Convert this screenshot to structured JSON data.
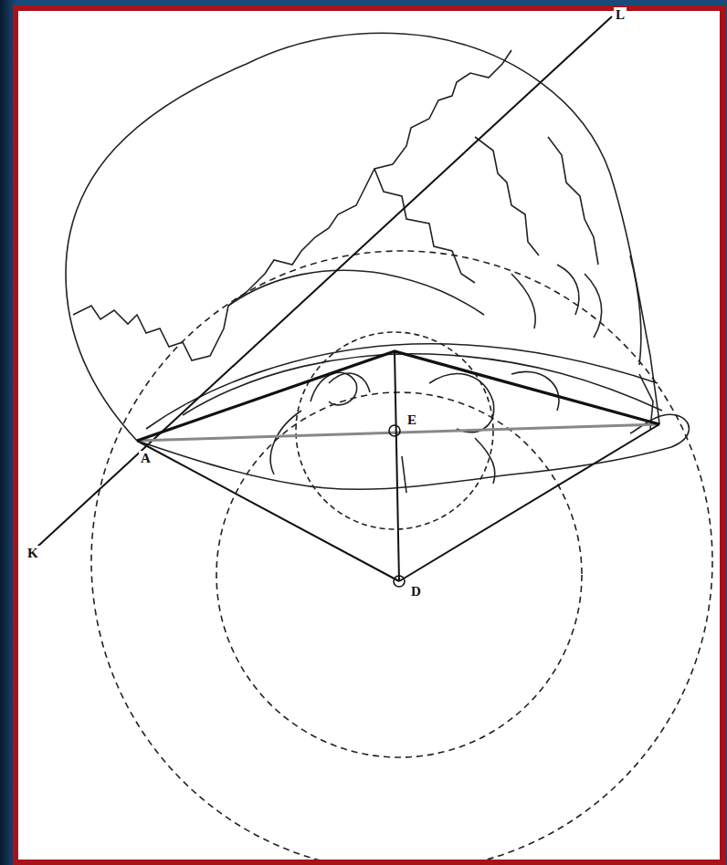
{
  "diagram": {
    "labels": [
      "L",
      "K",
      "A",
      "E",
      "D"
    ]
  }
}
